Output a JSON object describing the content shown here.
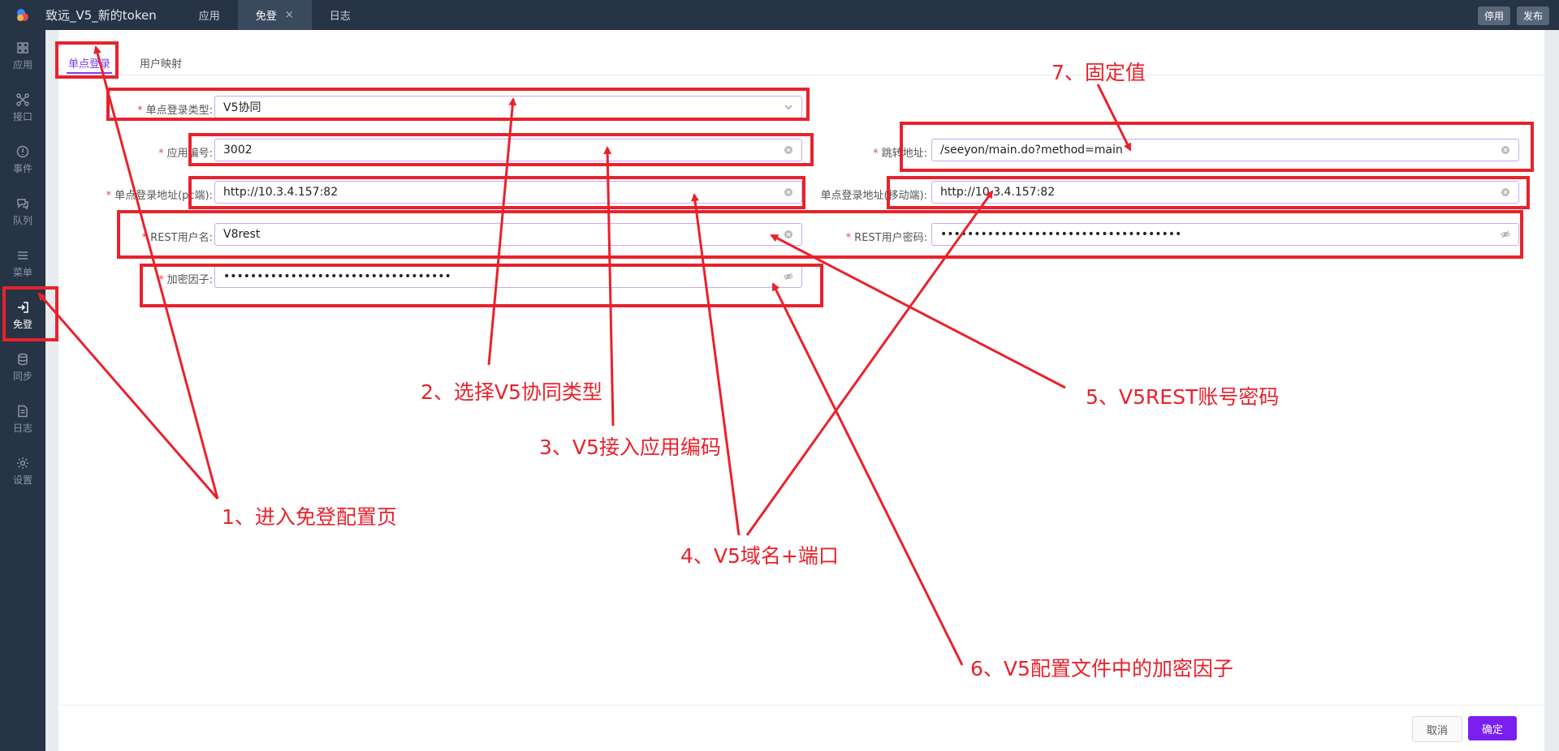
{
  "topbar": {
    "app_title": "致远_V5_新的token",
    "tabs": [
      {
        "label": "应用"
      },
      {
        "label": "免登"
      },
      {
        "label": "日志"
      }
    ],
    "close_glyph": "×",
    "actions": [
      "停用",
      "发布"
    ]
  },
  "sidebar": {
    "items": [
      {
        "label": "应用",
        "icon": "grid-icon"
      },
      {
        "label": "接口",
        "icon": "link-icon"
      },
      {
        "label": "事件",
        "icon": "alert-icon"
      },
      {
        "label": "队列",
        "icon": "chat-icon"
      },
      {
        "label": "菜单",
        "icon": "menu-icon"
      },
      {
        "label": "免登",
        "icon": "login-icon"
      },
      {
        "label": "同步",
        "icon": "database-icon"
      },
      {
        "label": "日志",
        "icon": "document-icon"
      },
      {
        "label": "设置",
        "icon": "gear-icon"
      }
    ],
    "active_index": 5
  },
  "panel": {
    "tabs": [
      "单点登录",
      "用户映射"
    ],
    "form": {
      "sso_type": {
        "label": "单点登录类型:",
        "value": "V5协同",
        "required": true
      },
      "app_code": {
        "label": "应用编号:",
        "value": "3002",
        "required": true
      },
      "redirect_url": {
        "label": "跳转地址:",
        "value": "/seeyon/main.do?method=main",
        "required": true
      },
      "sso_url_pc": {
        "label": "单点登录地址(pc端):",
        "value": "http://10.3.4.157:82",
        "required": true
      },
      "sso_url_mobile": {
        "label": "单点登录地址(移动端):",
        "value": "http://10.3.4.157:82",
        "required": false
      },
      "rest_user": {
        "label": "REST用户名:",
        "value": "V8rest",
        "required": true
      },
      "rest_password": {
        "label": "REST用户密码:",
        "value": "••••••••••••••••••••••••••••••••••••",
        "required": true
      },
      "encrypt_factor": {
        "label": "加密因子:",
        "value": "••••••••••••••••••••••••••••••••••",
        "required": true
      }
    },
    "buttons": {
      "cancel": "取消",
      "ok": "确定"
    }
  },
  "annotations": [
    "1、进入免登配置页",
    "2、选择V5协同类型",
    "3、V5接入应用编码",
    "4、V5域名+端口",
    "5、V5REST账号密码",
    "6、V5配置文件中的加密因子",
    "7、固定值"
  ],
  "colors": {
    "annotation": "#e8222c",
    "accent": "#7b1ff0",
    "sidebar": "#263445"
  }
}
